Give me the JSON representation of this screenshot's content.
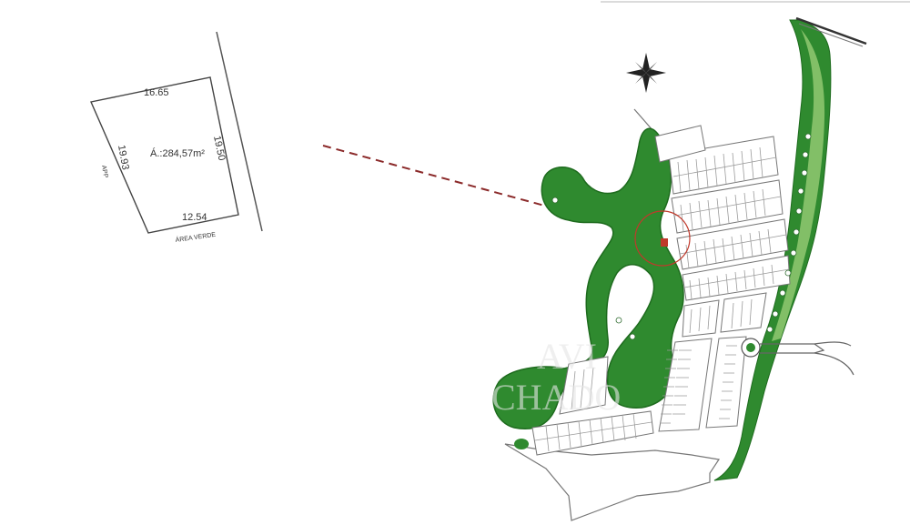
{
  "lot": {
    "top_dimension": "16.65",
    "left_dimension": "19.93",
    "right_dimension": "19.50",
    "bottom_dimension": "12.54",
    "area": "Á.:284,57m²",
    "side_label": "APP",
    "bottom_label": "ÁREA VERDE"
  },
  "watermark": {
    "line1": "AVI",
    "line2": "CHADO"
  },
  "colors": {
    "green_area": "#2f8a2f",
    "green_dark": "#1e6b1e",
    "green_light": "#8cc46e",
    "lot_marker": "#c0392b",
    "line": "#555555"
  },
  "icons": {
    "compass": "compass-rose-icon"
  }
}
